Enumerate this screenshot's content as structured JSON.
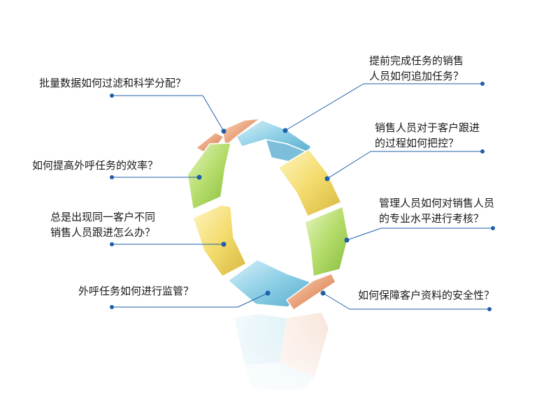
{
  "questions": {
    "q1": "批量数据如何过滤和科学分配？",
    "q2": "如何提高外呼任务的效率？",
    "q3_line1": "总是出现同一客户不同",
    "q3_line2": "销售人员跟进怎么办？",
    "q4": "外呼任务如何进行监管？",
    "q5_line1": "提前完成任务的销售",
    "q5_line2": "人员如何追加任务？",
    "q6_line1": "销售人员对于客户跟进",
    "q6_line2": "的过程如何把控？",
    "q7_line1": "管理人员如何对销售人员",
    "q7_line2": "的专业水平进行考核？",
    "q8": "如何保障客户资料的安全性？"
  },
  "colors": {
    "connector": "#1f5fa8",
    "blue_segment": "#8fd0e6",
    "yellow_segment": "#f3dc6e",
    "green_segment": "#b5dc6a",
    "orange_segment": "#e9a27a"
  }
}
